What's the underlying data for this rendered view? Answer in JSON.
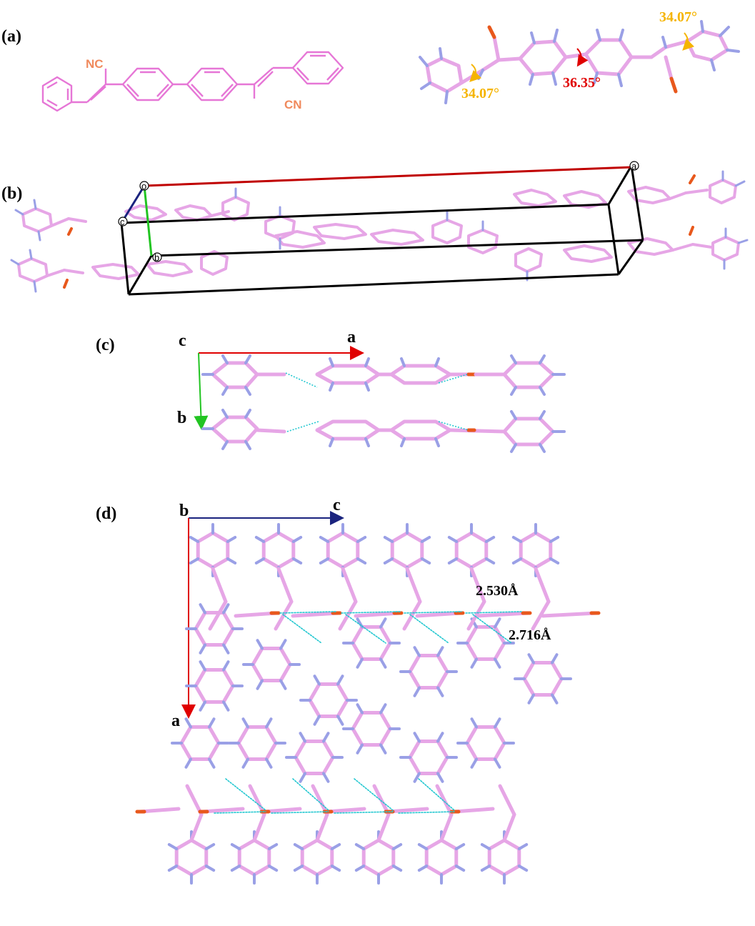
{
  "panels": {
    "a": {
      "label": "(a)",
      "substituent_top": "NC",
      "substituent_bottom": "CN",
      "torsion_angles": [
        "34.07°",
        "36.35°",
        "34.07°"
      ]
    },
    "b": {
      "label": "(b)",
      "cell_axes": [
        "o",
        "a",
        "b",
        "c"
      ]
    },
    "c": {
      "label": "(c)",
      "axes": {
        "origin": "c",
        "horizontal": "a",
        "vertical": "b"
      }
    },
    "d": {
      "label": "(d)",
      "axes": {
        "origin": "b",
        "horizontal": "c",
        "vertical": "a"
      },
      "distances": [
        "2.530Å",
        "2.716Å"
      ]
    }
  },
  "colors": {
    "carbon": "#e6a6e6",
    "hydrogen": "#9aa0e6",
    "nitrogen": "#e8581c",
    "hbond": "#22c7d0",
    "axis_a": "#e00000",
    "axis_b": "#22c422",
    "axis_c": "#1a237e",
    "label_nc": "#f08a5d",
    "angle_orange": "#f5b400",
    "angle_red": "#e00000",
    "cell_edge": "#000000"
  }
}
